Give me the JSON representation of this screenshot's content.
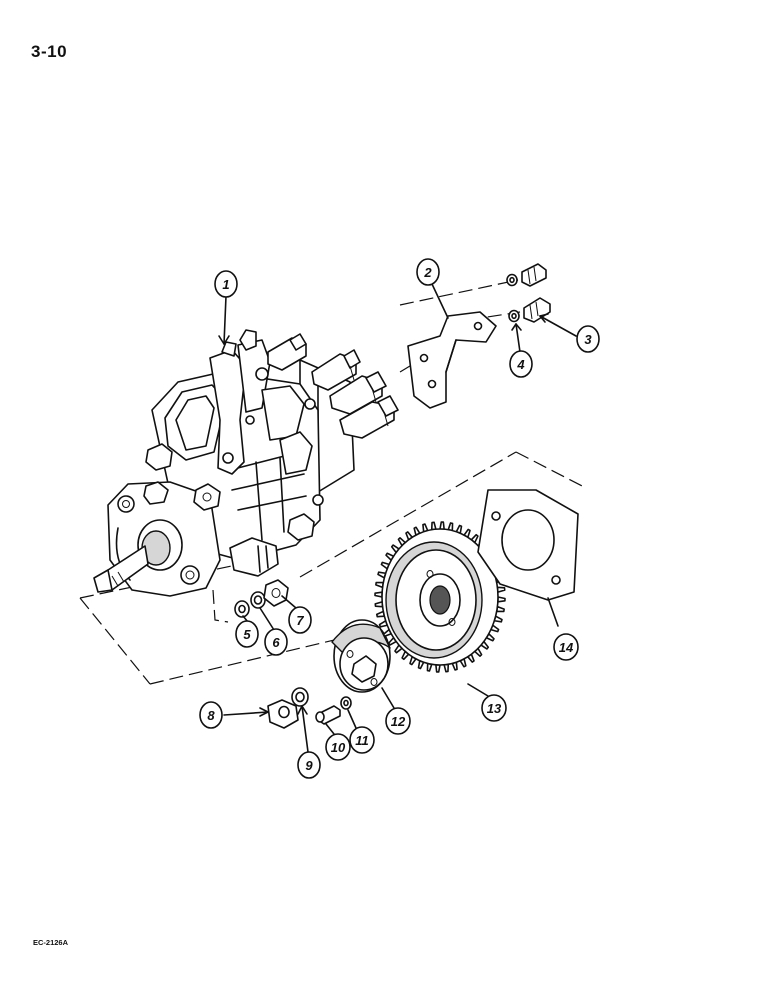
{
  "page": {
    "page_number": "3-10",
    "figure_code": "EC-2126A"
  },
  "callouts": [
    {
      "id": 1,
      "label": "1"
    },
    {
      "id": 2,
      "label": "2"
    },
    {
      "id": 3,
      "label": "3"
    },
    {
      "id": 4,
      "label": "4"
    },
    {
      "id": 5,
      "label": "5"
    },
    {
      "id": 6,
      "label": "6"
    },
    {
      "id": 7,
      "label": "7"
    },
    {
      "id": 8,
      "label": "8"
    },
    {
      "id": 9,
      "label": "9"
    },
    {
      "id": 10,
      "label": "10"
    },
    {
      "id": 11,
      "label": "11"
    },
    {
      "id": 12,
      "label": "12"
    },
    {
      "id": 13,
      "label": "13"
    },
    {
      "id": 14,
      "label": "14"
    }
  ]
}
